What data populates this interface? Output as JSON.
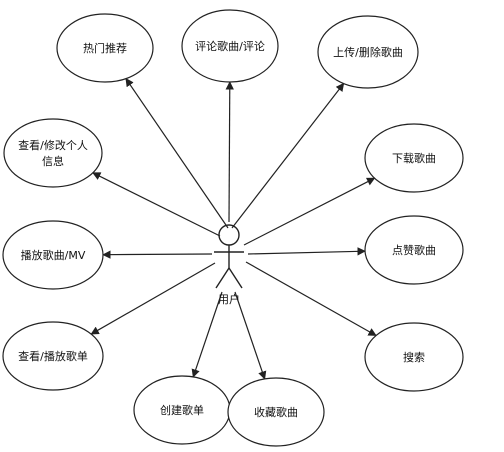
{
  "diagram": {
    "type": "use-case",
    "actor": {
      "label": "用户"
    },
    "use_cases": [
      {
        "id": "hot",
        "lines": [
          "热门推荐"
        ]
      },
      {
        "id": "comment",
        "lines": [
          "评论歌曲/评论"
        ]
      },
      {
        "id": "upload",
        "lines": [
          "上传/删除歌曲"
        ]
      },
      {
        "id": "profile",
        "lines": [
          "查看/修改个人",
          "信息"
        ]
      },
      {
        "id": "download",
        "lines": [
          "下载歌曲"
        ]
      },
      {
        "id": "play",
        "lines": [
          "播放歌曲/MV"
        ]
      },
      {
        "id": "like",
        "lines": [
          "点赞歌曲"
        ]
      },
      {
        "id": "playlist",
        "lines": [
          "查看/播放歌单"
        ]
      },
      {
        "id": "search",
        "lines": [
          "搜索"
        ]
      },
      {
        "id": "create",
        "lines": [
          "创建歌单"
        ]
      },
      {
        "id": "collect",
        "lines": [
          "收藏歌曲"
        ]
      }
    ],
    "colors": {
      "stroke": "#222222",
      "background": "#ffffff"
    }
  }
}
